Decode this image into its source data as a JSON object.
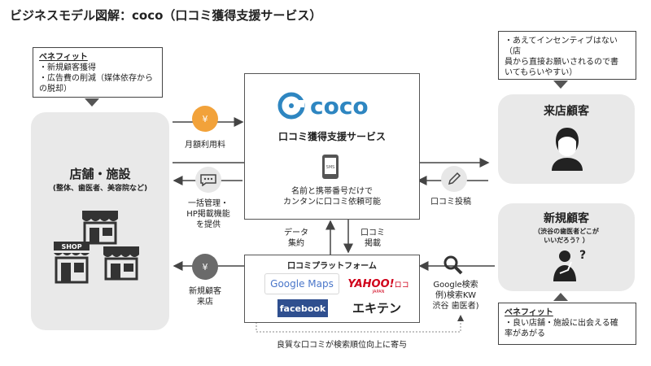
{
  "title": "ビジネスモデル図解：coco（口コミ獲得支援サービス）",
  "store": {
    "benefit_title": "ベネフィット",
    "benefit_lines": [
      "・新規顧客獲得",
      "・広告費の削減（媒体依存から",
      "の脱却）"
    ],
    "name": "店舗・施設",
    "sub": "(整体、歯医者、美容院など)",
    "shop_sign": "SHOP"
  },
  "center": {
    "logo_text": "coco",
    "service_name": "口コミ獲得支援サービス",
    "sms_label": "SMS",
    "desc_line1": "名前と携帯番号だけで",
    "desc_line2": "カンタンに口コミ依頼可能"
  },
  "flows": {
    "fee_label": "月額利用料",
    "yen": "¥",
    "manage_label": [
      "一括管理・",
      "HP掲載機能",
      "を提供"
    ],
    "review_post": "口コミ投稿",
    "data_collect": [
      "データ",
      "集約"
    ],
    "review_publish": [
      "口コミ",
      "掲載"
    ],
    "new_customer_visit": [
      "新規顧客",
      "来店"
    ],
    "google_search": [
      "Google検索",
      "例)検索KW",
      "渋谷 歯医者)"
    ],
    "bottom_note": "良質な口コミが検索順位向上に寄与"
  },
  "platform": {
    "title": "口コミプラットフォーム",
    "google": "Google Maps",
    "yahoo": "YAHOO!",
    "yahoo_suffix": "ロコ",
    "yahoo_japan": "JAPAN",
    "facebook": "facebook",
    "ekiten": "エキテン"
  },
  "visitor": {
    "note_lines": [
      "・あえてインセンティブはない（店",
      "員から直接お願いされるので書",
      "いてもらいやすい）"
    ],
    "name": "来店顧客"
  },
  "newcust": {
    "name": "新規顧客",
    "sub_line1": "（渋谷の歯医者どこが",
    "sub_line2": "いいだろう？）",
    "question": "?",
    "benefit_title": "ベネフィット",
    "benefit_lines": [
      "・良い店舗・施設に出会える確",
      "率があがる"
    ]
  },
  "colors": {
    "orange": "#f2a23a",
    "gray_circle": "#6a6a6a",
    "coco_blue": "#2e86c1",
    "facebook": "#2f4f8f",
    "yahoo": "#d0021b",
    "panel": "#e9e9e9"
  }
}
